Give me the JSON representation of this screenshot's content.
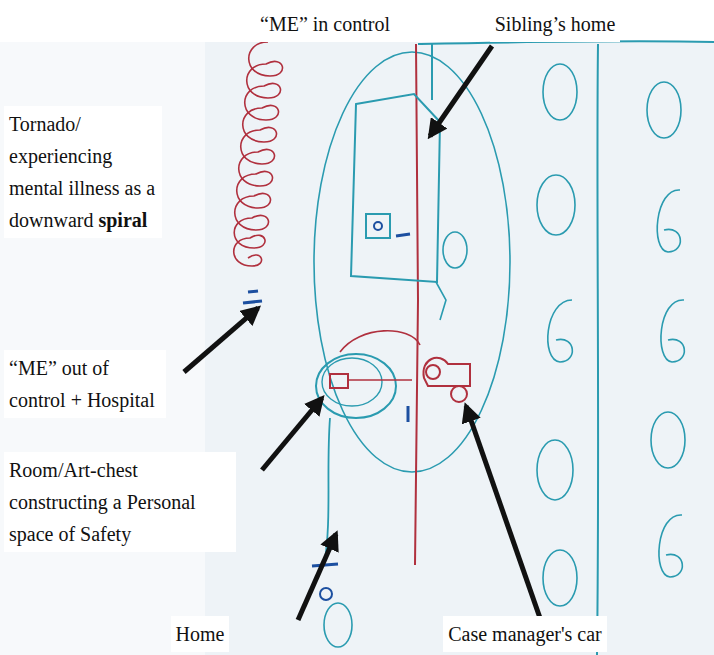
{
  "diagram": {
    "labels": [
      "“ME” in control",
      "Sibling’s home",
      "Tornado/ experiencing mental illness as a downward spiral",
      "“ME” out of control + Hospital",
      "Room/Art-chest constructing a Personal space of Safety",
      "Home",
      "Case manager's car"
    ]
  }
}
